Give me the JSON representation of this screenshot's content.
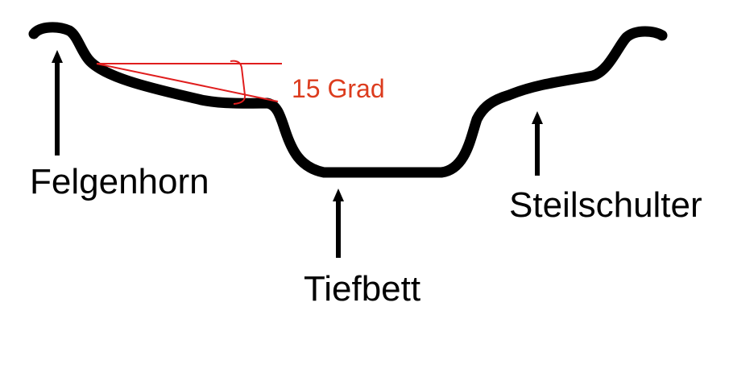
{
  "diagram": {
    "labels": {
      "rim_flange": "Felgenhorn",
      "drop_center": "Tiefbett",
      "steep_shoulder": "Steilschulter"
    },
    "angle": {
      "label": "15 Grad",
      "color": "#dc3c1e"
    },
    "colors": {
      "profile": "#000000",
      "angle_lines": "#e01e1e"
    }
  }
}
